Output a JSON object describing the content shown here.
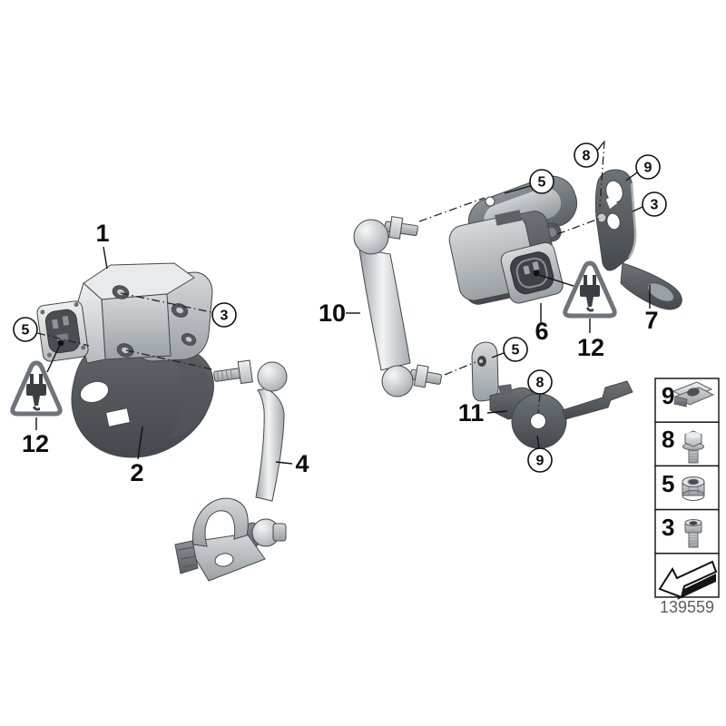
{
  "page": {
    "type": "parts-diagram",
    "background": "#ffffff"
  },
  "colors": {
    "outline": "#43484c",
    "line": "#1d1d1d",
    "label": "#0d0d0d",
    "part_light": "#e8eaeb",
    "part_mid": "#aab0b4",
    "part_dark": "#73787d",
    "part_darker": "#54585c",
    "warning_stroke": "#6f747a",
    "footer_text": "#5c5c5c"
  },
  "callouts": {
    "part1": "1",
    "part2": "2",
    "part4": "4",
    "part6": "6",
    "part7": "7",
    "part10": "10",
    "part11": "11",
    "warning_left": "12",
    "warning_right": "12",
    "bubble_5_left": "5",
    "bubble_3_left": "3",
    "bubble_5_plate": "5",
    "bubble_8_top": "8",
    "bubble_9_top": "9",
    "bubble_3_right": "3",
    "bubble_5_mid": "5",
    "bubble_8_mid": "8",
    "bubble_9_mid": "9"
  },
  "legend": {
    "items": [
      {
        "number": "9",
        "icon": "speed-nut-icon"
      },
      {
        "number": "8",
        "icon": "flange-bolt-icon"
      },
      {
        "number": "5",
        "icon": "lock-nut-icon"
      },
      {
        "number": "3",
        "icon": "socket-head-screw-icon"
      }
    ],
    "nav": {
      "icon": "back-arrow-icon"
    }
  },
  "footer": {
    "diagram_number": "139559"
  }
}
